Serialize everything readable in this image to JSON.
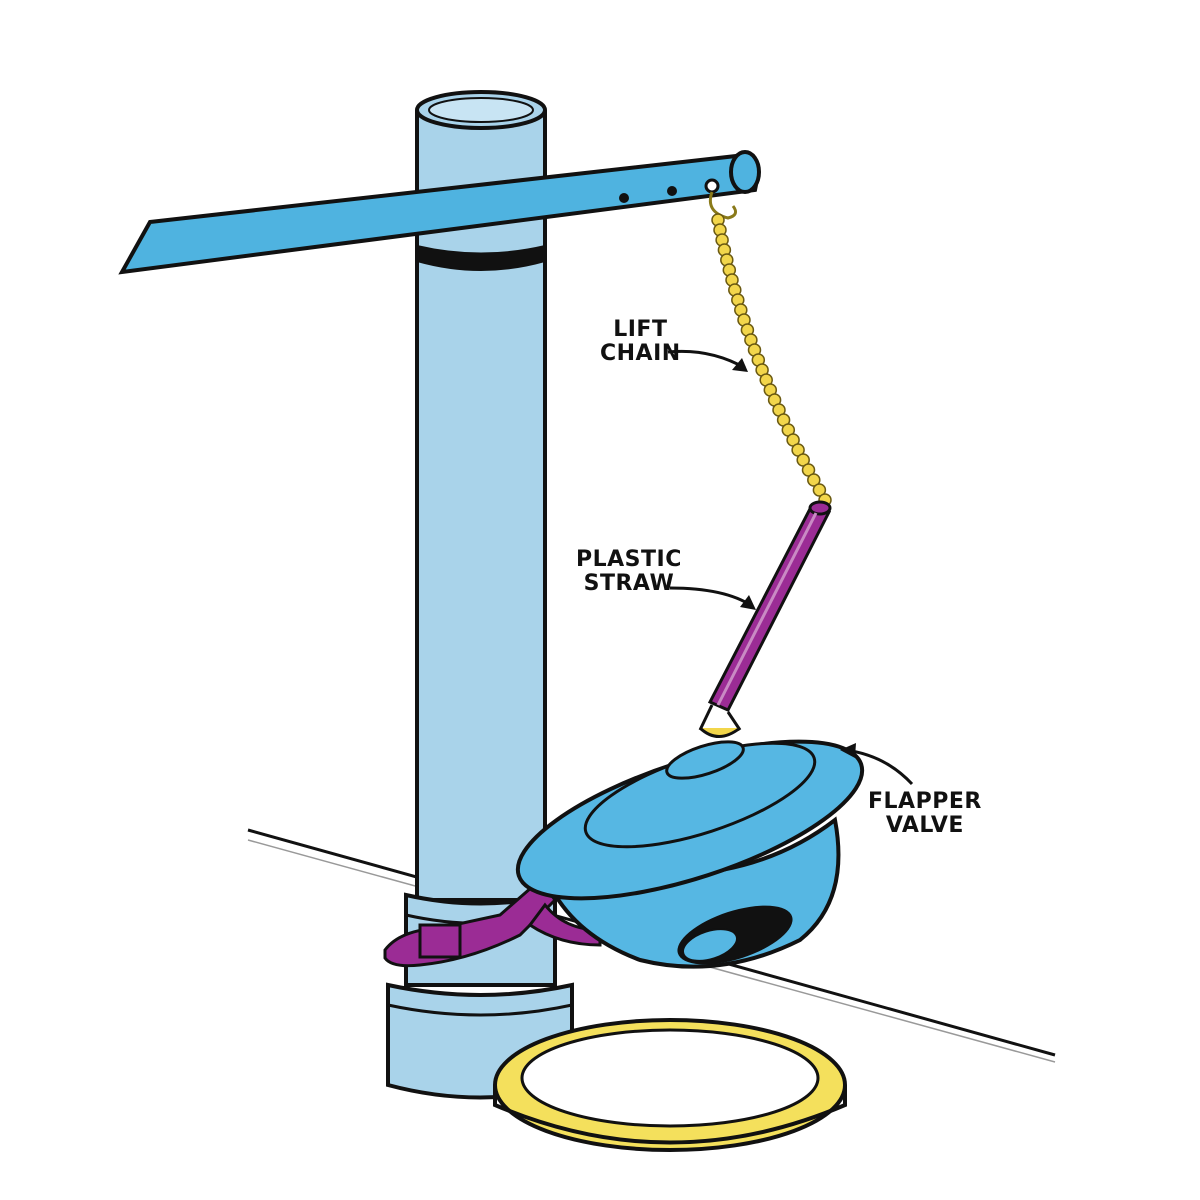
{
  "labels": {
    "lift_chain": {
      "line1": "LIFT",
      "line2": "CHAIN"
    },
    "plastic_straw": {
      "line1": "PLASTIC",
      "line2": "STRAW"
    },
    "flapper_valve": {
      "line1": "FLAPPER",
      "line2": "VALVE"
    }
  },
  "colors": {
    "tube": "#a9d3ea",
    "lever": "#4fb3e0",
    "flapper": "#56b7e3",
    "straw": "#9b2c95",
    "clip": "#9b2c95",
    "chain": "#f2d64b",
    "ring": "#f4e05c",
    "outline": "#111111"
  }
}
